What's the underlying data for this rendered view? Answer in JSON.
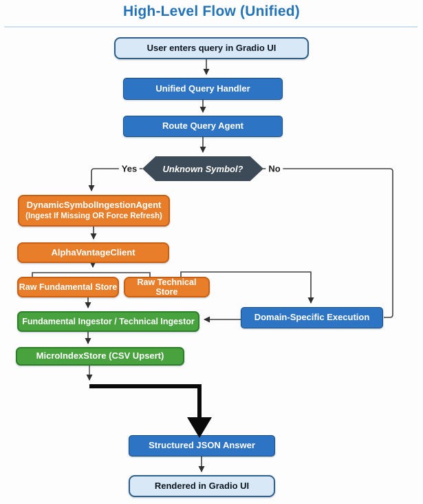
{
  "title": "High-Level Flow (Unified)",
  "nodes": {
    "user_query": {
      "label": "User enters query in Gradio UI"
    },
    "unified_handler": {
      "label": "Unified Query Handler"
    },
    "route_agent": {
      "label": "Route Query Agent"
    },
    "unknown_symbol": {
      "label": "Unknown Symbol?"
    },
    "dynamic_agent": {
      "label": "DynamicSymbolIngestionAgent",
      "sublabel": "(Ingest If Missing OR Force Refresh)"
    },
    "alpha_vantage": {
      "label": "AlphaVantageClient"
    },
    "raw_fundamental": {
      "label": "Raw Fundamental Store"
    },
    "raw_technical": {
      "label": "Raw Technical Store"
    },
    "ingestor": {
      "label": "Fundamental Ingestor / Technical Ingestor"
    },
    "micro_index": {
      "label": "MicroIndexStore (CSV Upsert)"
    },
    "domain_exec": {
      "label": "Domain-Specific Execution"
    },
    "structured_json": {
      "label": "Structured JSON Answer"
    },
    "rendered": {
      "label": "Rendered in Gradio UI"
    }
  },
  "edge_labels": {
    "yes": "Yes",
    "no": "No"
  },
  "colors": {
    "title_blue": "#2273b8",
    "process_blue": "#2e74c4",
    "light_blue_fill": "#d8e8f7",
    "light_blue_border": "#2d5f89",
    "orange": "#e87e29",
    "green": "#48a33f",
    "decision_dark_slate": "#3d4a57",
    "edge_gray": "#3f3f3f",
    "thick_arrow_black": "#0a0a0a"
  }
}
